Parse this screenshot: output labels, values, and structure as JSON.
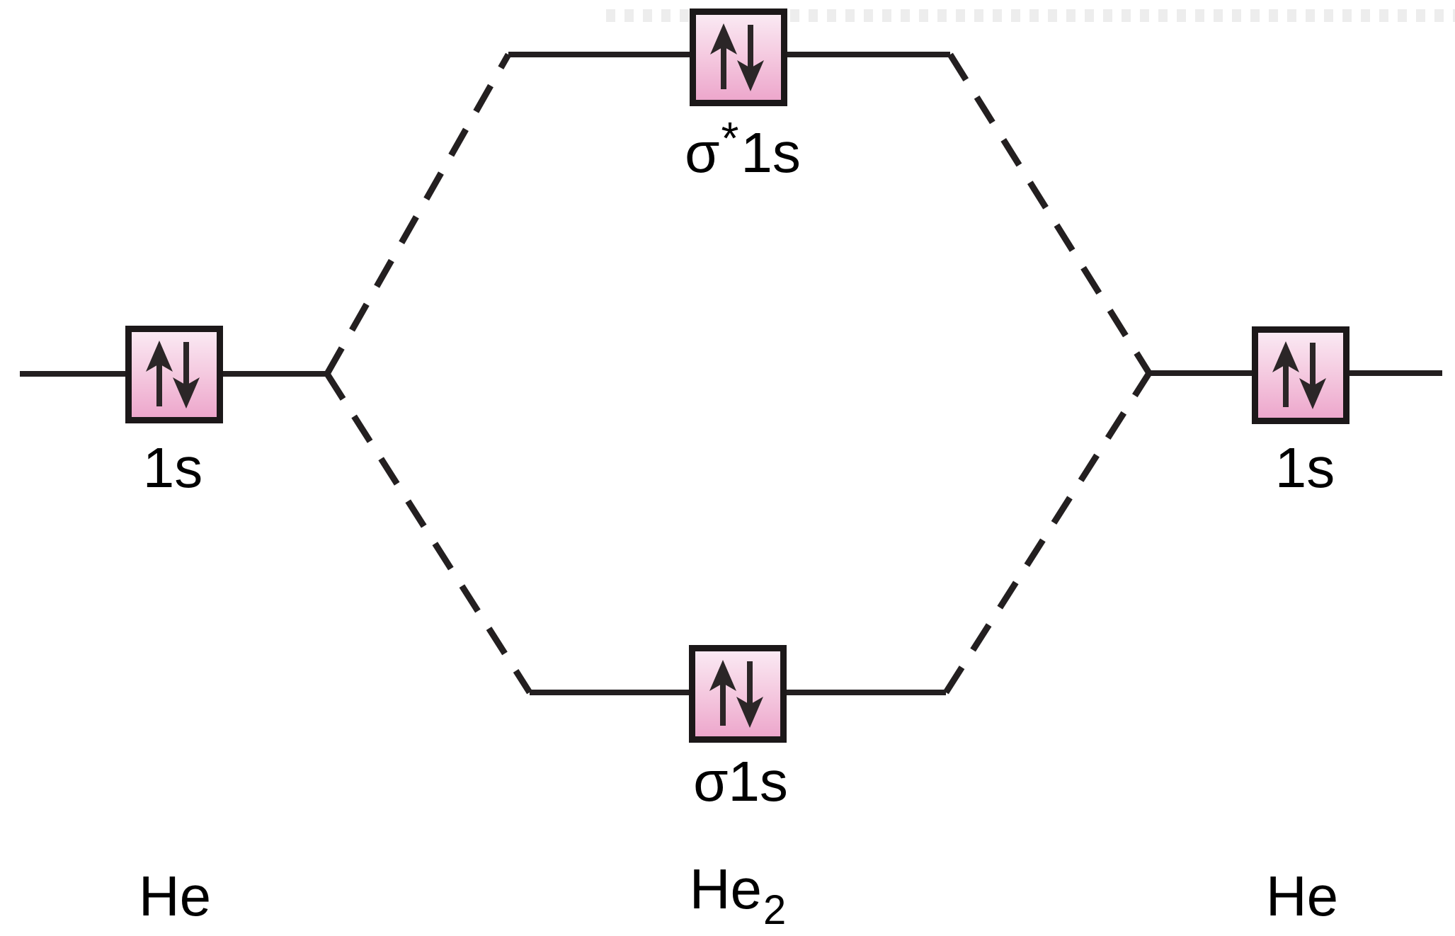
{
  "figure": {
    "type": "molecular-orbital-energy-diagram",
    "atomic_orbitals": {
      "left": {
        "label": "1s",
        "electron_spins": [
          "up",
          "down"
        ]
      },
      "right": {
        "label": "1s",
        "electron_spins": [
          "up",
          "down"
        ]
      }
    },
    "molecular_orbitals": {
      "antibonding": {
        "sigma": "σ",
        "star": "*",
        "suffix": "1s",
        "electron_spins": [
          "up",
          "down"
        ]
      },
      "bonding": {
        "sigma": "σ",
        "suffix": "1s",
        "electron_spins": [
          "up",
          "down"
        ]
      }
    },
    "species": {
      "left_atom": "He",
      "molecule_base": "He",
      "molecule_subscript": "2",
      "right_atom": "He"
    },
    "colors": {
      "level_line": "#231f20",
      "box_border": "#1c1819",
      "box_fill_top": "#fae9f3",
      "box_fill_bottom": "#eda7cc",
      "arrow": "#2b2627",
      "background": "#ffffff",
      "top_edge_artifact": "#ededed"
    }
  }
}
